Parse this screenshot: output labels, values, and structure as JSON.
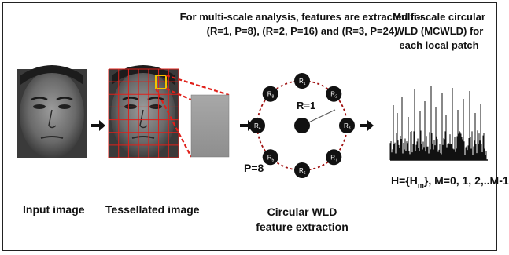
{
  "labels": {
    "input_image": "Input image",
    "tessellated_image": "Tessellated image",
    "circular_wld_line1": "Circular WLD",
    "circular_wld_line2": "feature extraction",
    "multiscale_line1": "For multi-scale analysis, features are extracted for",
    "multiscale_line2": "(R=1, P=8), (R=2, P=16) and (R=3, P=24)",
    "mcwld_line1": "Multi-scale circular",
    "mcwld_line2": "WLD (MCWLD) for",
    "mcwld_line3": "each local patch",
    "radius": "R=1",
    "points": "P=8",
    "histogram_formula": "H={H",
    "histogram_sub": "m",
    "histogram_rest": "}, M=0, 1, 2,..M-1"
  },
  "neighbors": [
    "R1",
    "R2",
    "R3",
    "R4",
    "R5",
    "R6",
    "R7",
    "R8"
  ],
  "colors": {
    "grid": "#e0201a",
    "highlight": "#f2c200",
    "circle_dash": "#a01010",
    "node": "#111111",
    "arrow": "#111111"
  }
}
